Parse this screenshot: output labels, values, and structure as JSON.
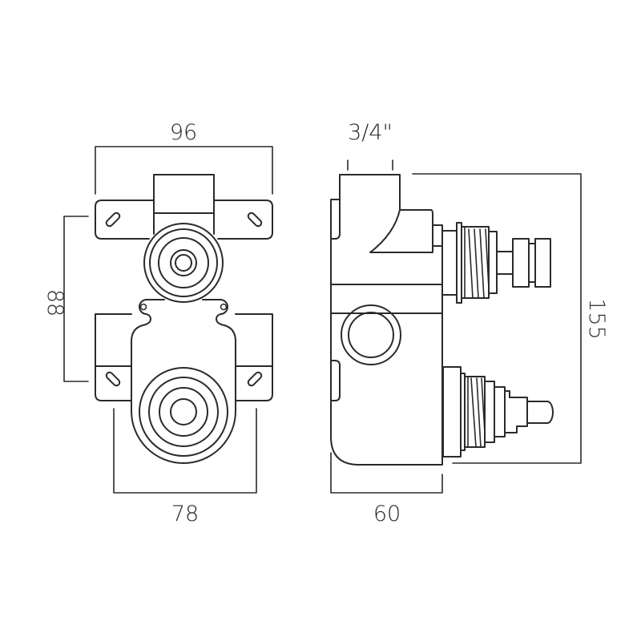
{
  "diagram": {
    "front_view": {
      "width_top": "96",
      "height_fixings": "88",
      "width_bottom": "78"
    },
    "side_view": {
      "inlet_size": "3/4\"",
      "height_total": "155",
      "depth": "60"
    },
    "line_color": "#2a2a2a"
  }
}
